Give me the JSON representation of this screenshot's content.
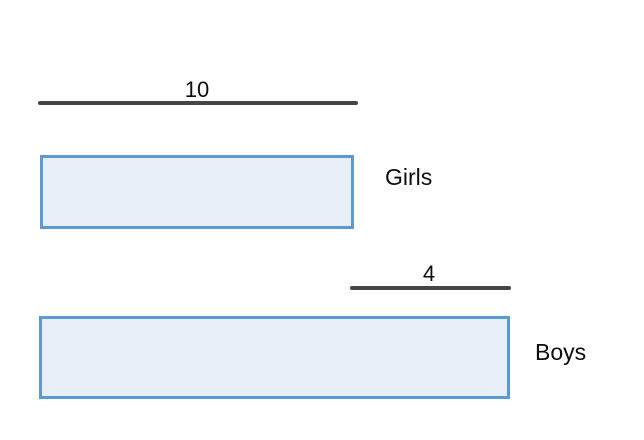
{
  "diagram": {
    "type": "tape-diagram",
    "background_color": "#ffffff",
    "bar_fill_color": "#e9eff9",
    "bar_border_color": "#5b9bd5",
    "measure_line_color": "#454545",
    "text_color": "#0d0d0d",
    "rows": [
      {
        "label": "Girls",
        "measure_value": "10",
        "bar_units": 10
      },
      {
        "label": "Boys",
        "measure_value": "4",
        "bar_units": 4
      }
    ]
  },
  "chart_data": {
    "type": "bar",
    "title": "",
    "xlabel": "",
    "ylabel": "",
    "orientation": "horizontal",
    "categories": [
      "Girls",
      "Boys"
    ],
    "values": [
      10,
      4
    ],
    "annotations": [
      {
        "text": "10",
        "refers_to": "Girls",
        "position": "above-bar"
      },
      {
        "text": "4",
        "refers_to": "Boys",
        "position": "above-bar-right"
      }
    ],
    "legend": null,
    "grid": false
  }
}
